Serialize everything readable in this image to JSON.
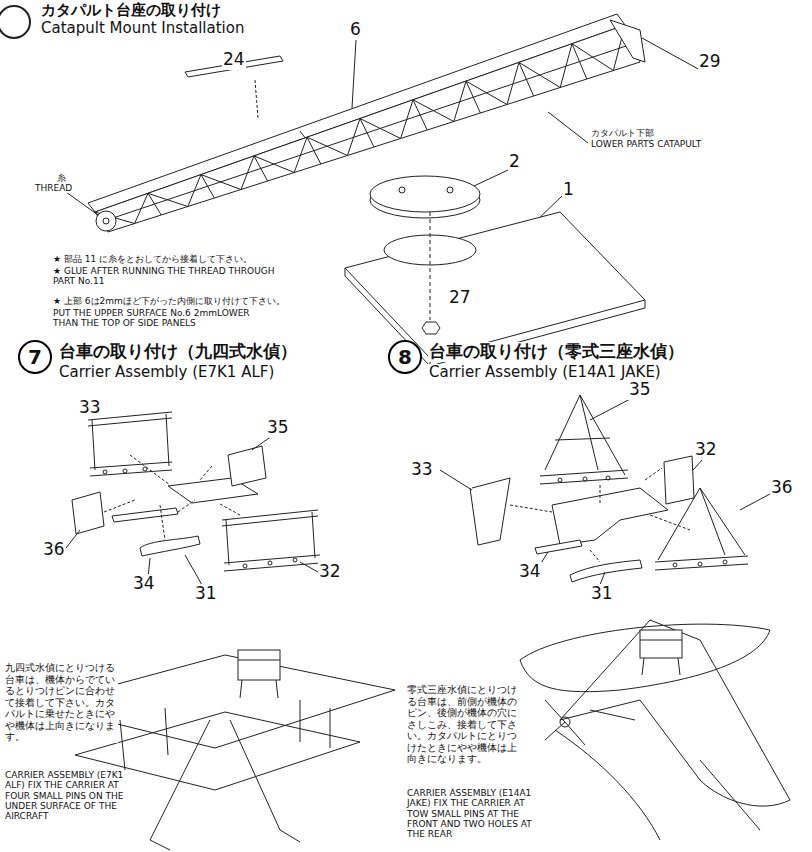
{
  "diagram": {
    "nodes": [
      {
        "text": [
          "7"
        ]
      },
      {
        "text": [
          "8"
        ]
      }
    ],
    "labels": [
      "カタパルト台座の取り付け",
      "Catapult Mount Installation",
      "6",
      "24",
      "29",
      "カタパルト下部",
      "LOWER PARTS CATAPULT",
      "2",
      "1",
      "糸",
      "THREAD",
      "★ 部品 11 に糸をとおしてから接着して下さい。",
      "★ GLUE AFTER RUNNING THE THREAD THROUGH PART No.11",
      "★ 上部 6は2mmほど下がった内側に取り付けて下さい。",
      "PUT THE UPPER SURFACE No.6 2mmLOWER THAN THE TOP OF SIDE PANELS",
      "27",
      "台車の取り付け（九四式水偵）",
      "Carrier Assembly (E7K1 ALF)",
      "台車の取り付け（零式三座水偵）",
      "Carrier Assembly (E14A1 JAKE)",
      "33",
      "35",
      "36",
      "34",
      "31",
      "32",
      "35",
      "32",
      "33",
      "36",
      "34",
      "31",
      "九四式水偵にとりつける台車は、機体からでているとりつけピンに合わせて接着して下さい。カタパルトに乗せたときにやや機体は上向きになります。",
      "CARRIER ASSEMBLY (E7K1 ALF) FIX THE CARRIER AT FOUR SMALL PINS ON THE UNDER SURFACE OF THE AIRCRAFT",
      "零式三座水偵にとりつける台車は、前側が機体のピン、後側が機体の穴にさしこみ、接着して下さい。カタパルトにとりつけたときにやや機体は上向きになります。",
      "CARRIER ASSEMBLY (E14A1 JAKE) FIX THE CARRIER AT TOW SMALL PINS AT THE FRONT AND TWO HOLES AT THE REAR"
    ]
  }
}
